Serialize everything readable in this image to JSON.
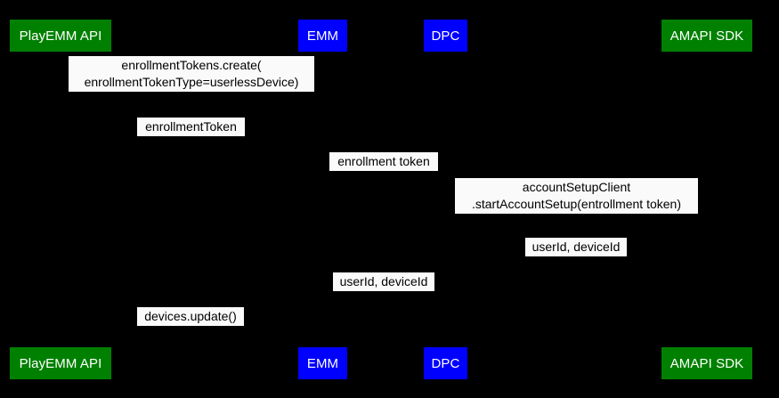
{
  "diagram": {
    "type": "uml-sequence-diagram",
    "background_color": "#000000",
    "label_background_color": "#fafafa",
    "label_text_color": "#000000",
    "participant_text_color": "#ffffff"
  },
  "participants": [
    {
      "id": "playemm-api",
      "label": "PlayEMM API",
      "color": "#008000",
      "color_name": "green"
    },
    {
      "id": "emm",
      "label": "EMM",
      "color": "#0000ff",
      "color_name": "blue"
    },
    {
      "id": "dpc",
      "label": "DPC",
      "color": "#0000ff",
      "color_name": "blue"
    },
    {
      "id": "amapi-sdk",
      "label": "AMAPI SDK",
      "color": "#008000",
      "color_name": "green"
    }
  ],
  "messages": [
    {
      "id": "msg-1",
      "line1": "enrollmentTokens.create(",
      "line2": "enrollmentTokenType=userlessDevice)",
      "from": "emm",
      "to": "playemm-api"
    },
    {
      "id": "msg-2",
      "line1": "enrollmentToken",
      "line2": "",
      "from": "playemm-api",
      "to": "emm"
    },
    {
      "id": "msg-3",
      "line1": "enrollment token",
      "line2": "",
      "from": "emm",
      "to": "dpc"
    },
    {
      "id": "msg-4",
      "line1": "accountSetupClient",
      "line2": ".startAccountSetup(entrollment token)",
      "from": "dpc",
      "to": "amapi-sdk"
    },
    {
      "id": "msg-5",
      "line1": "userId, deviceId",
      "line2": "",
      "from": "amapi-sdk",
      "to": "dpc"
    },
    {
      "id": "msg-6",
      "line1": "userId, deviceId",
      "line2": "",
      "from": "dpc",
      "to": "emm"
    },
    {
      "id": "msg-7",
      "line1": "devices.update()",
      "line2": "",
      "from": "emm",
      "to": "playemm-api"
    }
  ]
}
